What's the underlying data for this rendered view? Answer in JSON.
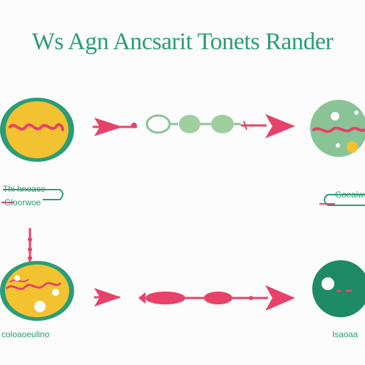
{
  "title": "Ws Agn Ancsarit Tonets Rander",
  "labels": {
    "row1_left_line1": "Thi hnoace",
    "row1_left_line2": "Gloorwoe",
    "row1_right": "Goeaiwes",
    "row2_left": "coloaoeulino",
    "row2_right": "Isaoaa"
  },
  "colors": {
    "teal": "#2a9c78",
    "yellow": "#f2c230",
    "pink": "#e8416a",
    "light_green": "#9fcf9f",
    "muted_green": "#8ac496",
    "dark_teal": "#1f8a66"
  }
}
